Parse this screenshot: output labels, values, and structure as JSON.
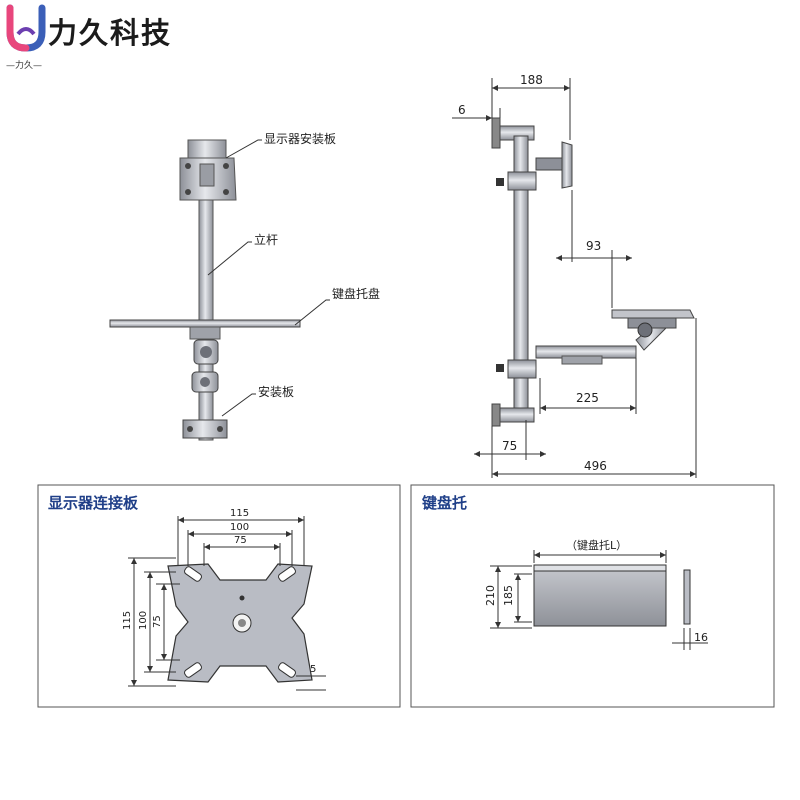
{
  "brand": {
    "name": "力久科技",
    "sub": "—力久—"
  },
  "colors": {
    "accent": "#1f3f88",
    "brand_pink": "#e8467c",
    "brand_blue": "#3b5fb8",
    "steel": "#b9bcc4"
  },
  "front_view": {
    "labels": {
      "monitor_plate": "显示器安装板",
      "pole": "立杆",
      "keyboard_tray": "键盘托盘",
      "mount_plate": "安装板"
    }
  },
  "side_view": {
    "dims": {
      "top_width": "188",
      "top_offset": "6",
      "arm_reach": "93",
      "tray_arm": "225",
      "base_depth": "75",
      "total_depth": "496"
    }
  },
  "monitor_panel": {
    "title": "显示器连接板",
    "dims": {
      "w115": "115",
      "w100": "100",
      "w75": "75",
      "h115": "115",
      "h100": "100",
      "h75": "75",
      "slot": "5"
    }
  },
  "keyboard_panel": {
    "title": "键盘托",
    "tray_label": "（键盘托L）",
    "dims": {
      "h210": "210",
      "h185": "185",
      "thickness": "16"
    }
  }
}
